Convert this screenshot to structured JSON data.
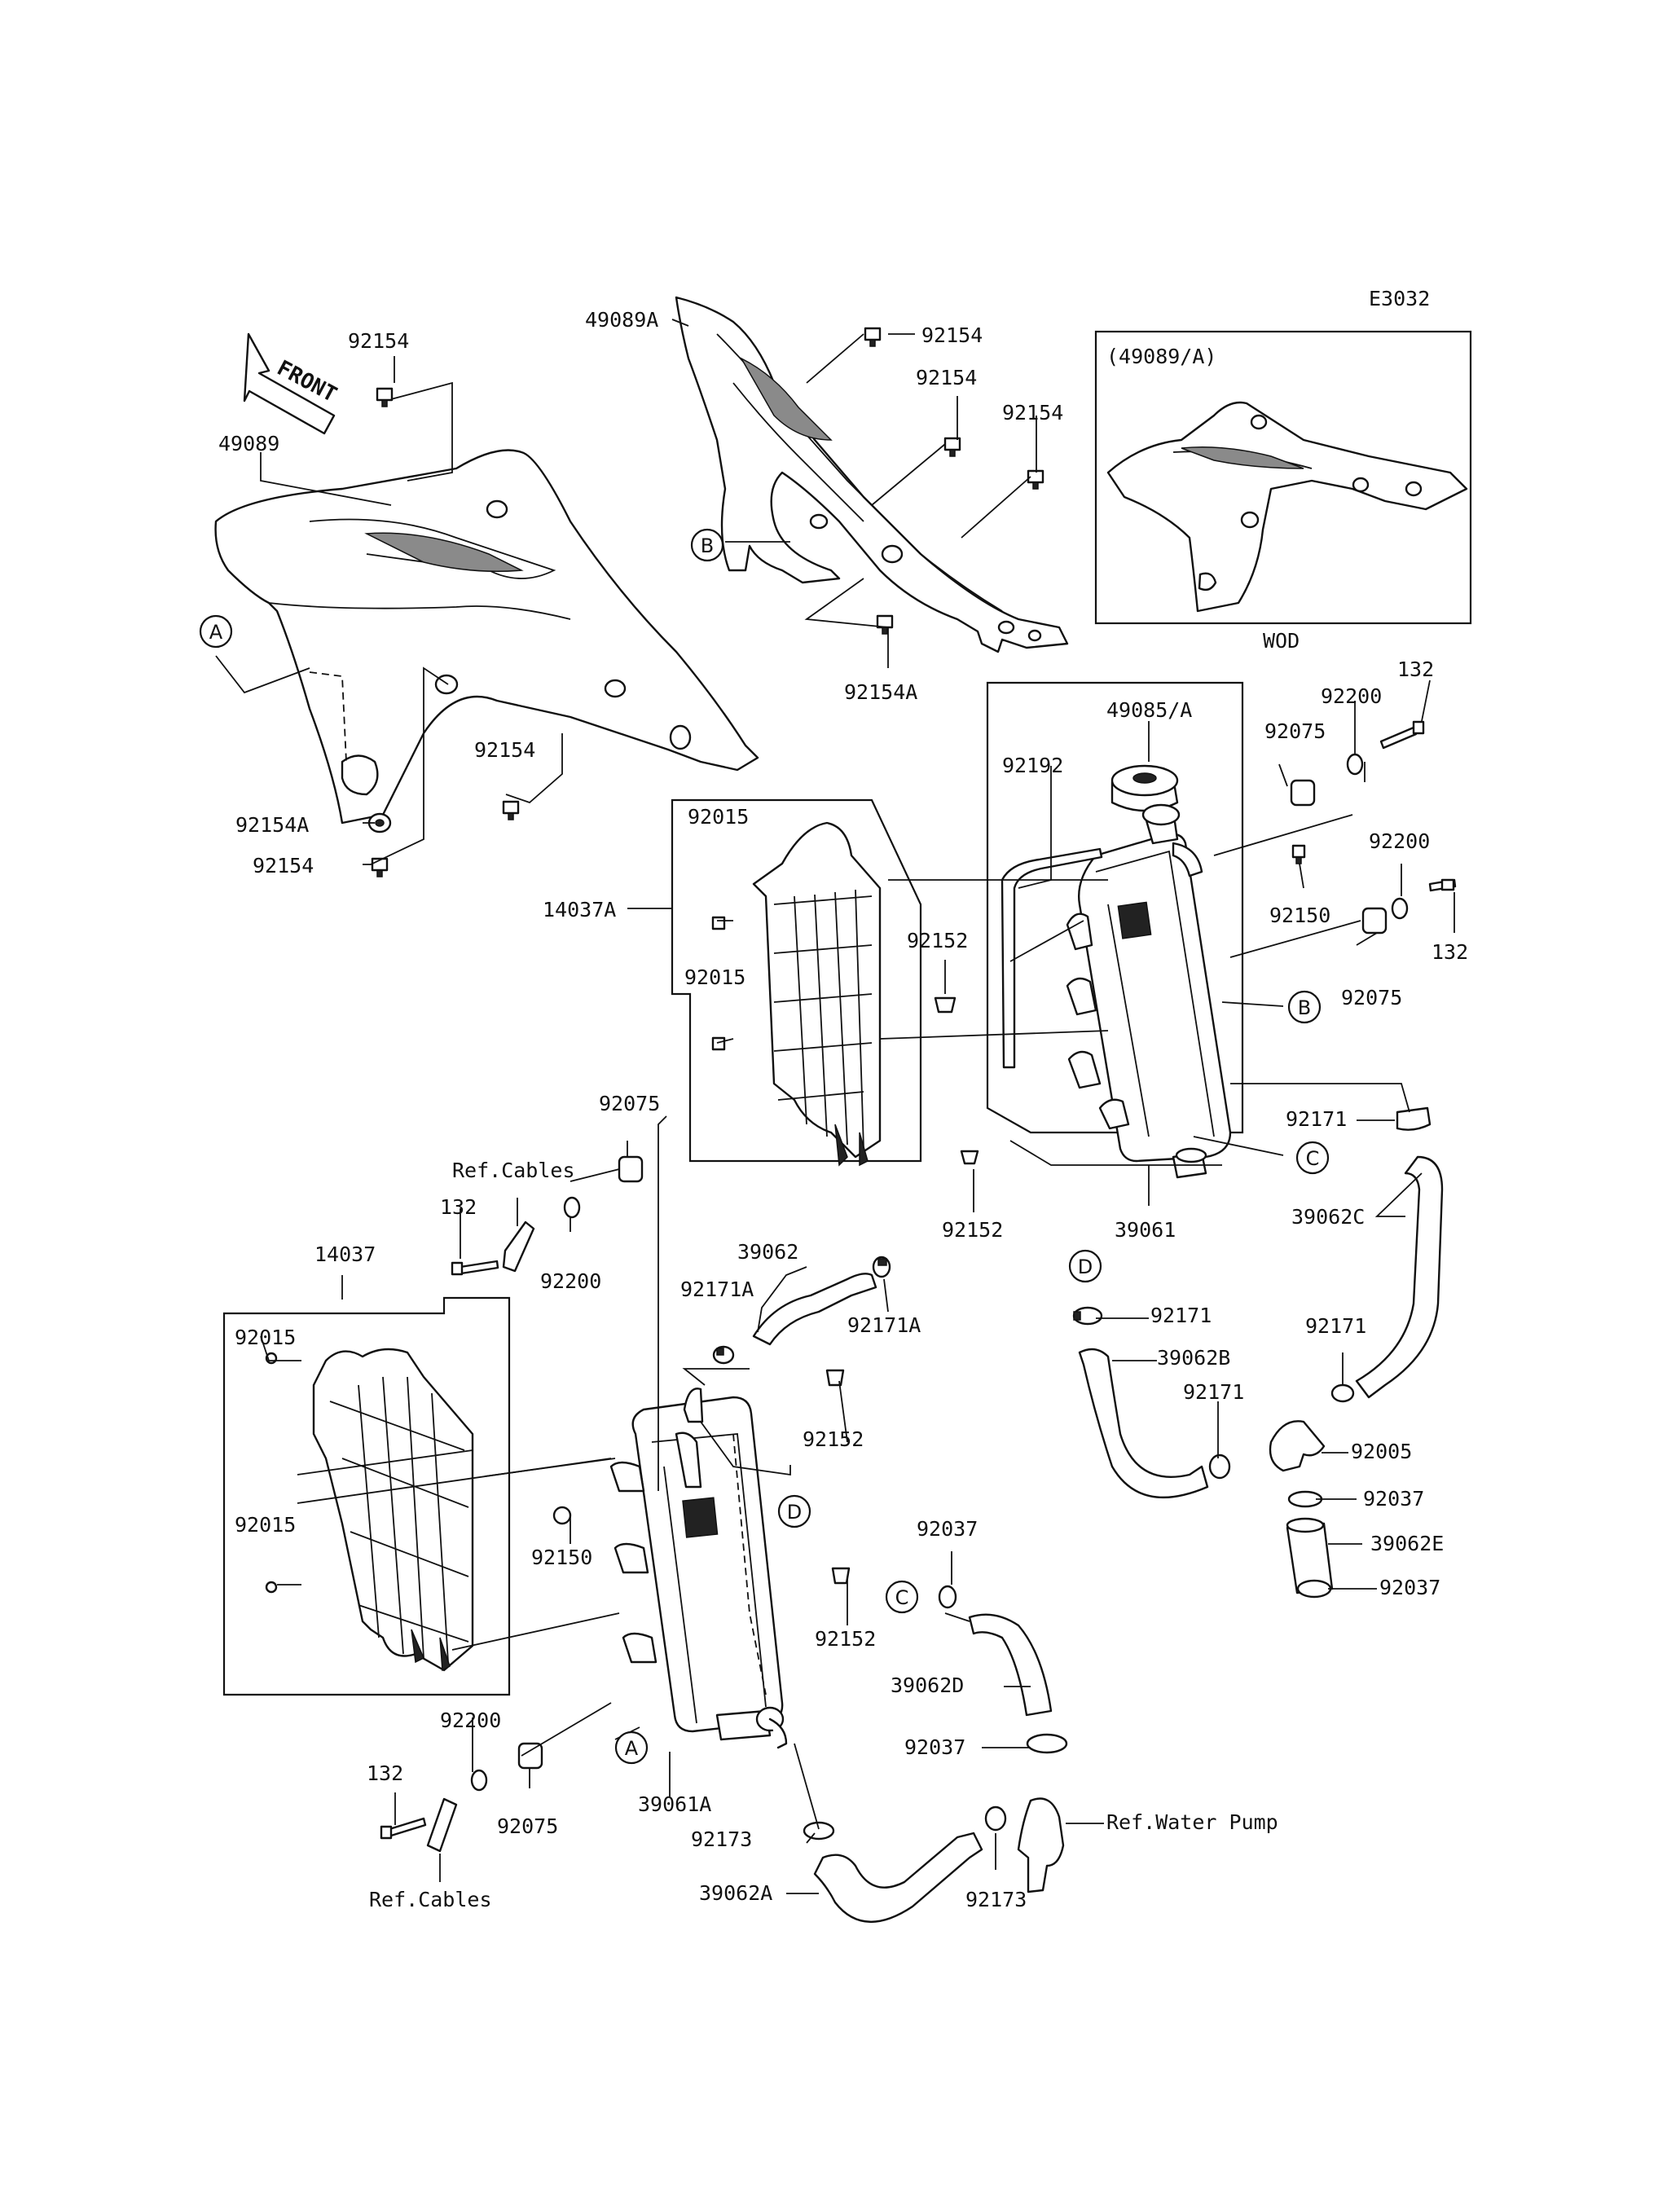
{
  "diagram_code": "E3032",
  "front_label": "FRONT",
  "inset": {
    "title": "(49089/A)",
    "caption": "WOD"
  },
  "callouts": [
    "A",
    "B",
    "C",
    "D"
  ],
  "refs": {
    "cables": "Ref.Cables",
    "water_pump": "Ref.Water Pump"
  },
  "parts": {
    "p49089": "49089",
    "p49089A": "49089A",
    "p49085A": "49085/A",
    "p14037": "14037",
    "p14037A": "14037A",
    "p39061": "39061",
    "p39061A": "39061A",
    "p39062": "39062",
    "p39062A": "39062A",
    "p39062B": "39062B",
    "p39062C": "39062C",
    "p39062D": "39062D",
    "p39062E": "39062E",
    "p92154": "92154",
    "p92154A": "92154A",
    "p92015": "92015",
    "p92152": "92152",
    "p92150": "92150",
    "p92192": "92192",
    "p92075": "92075",
    "p92200": "92200",
    "p132": "132",
    "p92171": "92171",
    "p92171A": "92171A",
    "p92037": "92037",
    "p92005": "92005",
    "p92173": "92173"
  }
}
